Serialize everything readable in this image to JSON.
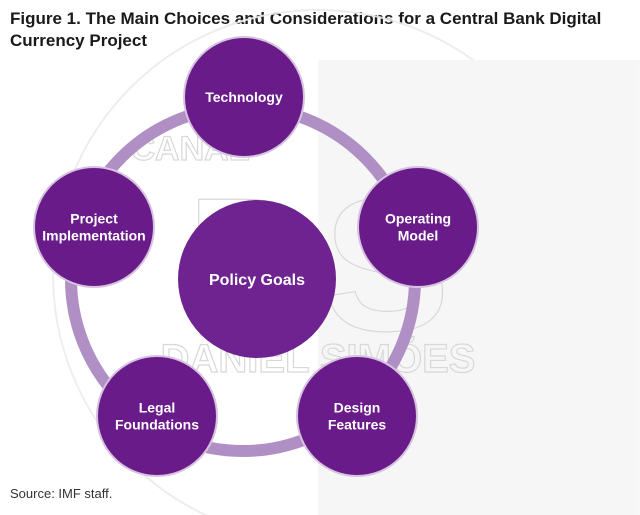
{
  "title": "Figure 1. The Main Choices and Considerations for a Central Bank Digital Currency Project",
  "source": "Source: IMF staff.",
  "colors": {
    "ring": "#b08fc4",
    "node_fill": "#6a1b8a",
    "node_border": "#d6c3e0",
    "center_fill": "#6e2390",
    "label_text": "#ffffff"
  },
  "diagram": {
    "center": {
      "label": "Policy Goals"
    },
    "nodes": [
      {
        "id": "technology",
        "lines": [
          "Technology"
        ]
      },
      {
        "id": "operating-model",
        "lines": [
          "Operating",
          "Model"
        ]
      },
      {
        "id": "design-features",
        "lines": [
          "Design",
          "Features"
        ]
      },
      {
        "id": "legal-foundations",
        "lines": [
          "Legal",
          "Foundations"
        ]
      },
      {
        "id": "project-implementation",
        "lines": [
          "Project",
          "Implementation"
        ]
      }
    ]
  },
  "watermark": {
    "letters": "DS",
    "top_text": "CANAL",
    "bottom_text": "DANIEL SIMÕES"
  }
}
